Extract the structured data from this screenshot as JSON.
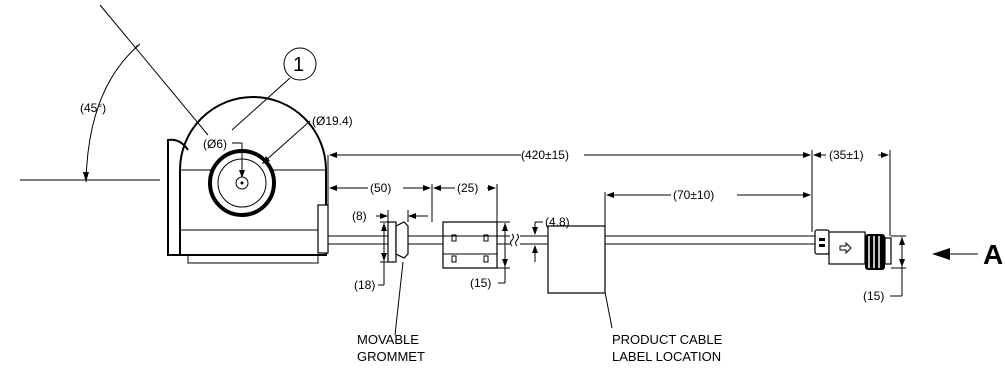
{
  "dimensions": {
    "angle": "(45°)",
    "hole_dia": "(Ø6)",
    "lens_dia": "(Ø19.4)",
    "cable_length": "(420±15)",
    "connector_length": "(35±1)",
    "grommet_offset": "(50)",
    "ferrite_length": "(25)",
    "grommet_width": "(8)",
    "grommet_height": "(18)",
    "ferrite_height": "(15)",
    "cable_dia": "(4.8)",
    "label_offset": "(70±10)",
    "connector_dia": "(15)"
  },
  "callout": {
    "number": "1"
  },
  "notes": {
    "grommet_line1": "MOVABLE",
    "grommet_line2": "GROMMET",
    "label_line1": "PRODUCT CABLE",
    "label_line2": "LABEL LOCATION"
  },
  "view_arrow": {
    "label": "A"
  }
}
